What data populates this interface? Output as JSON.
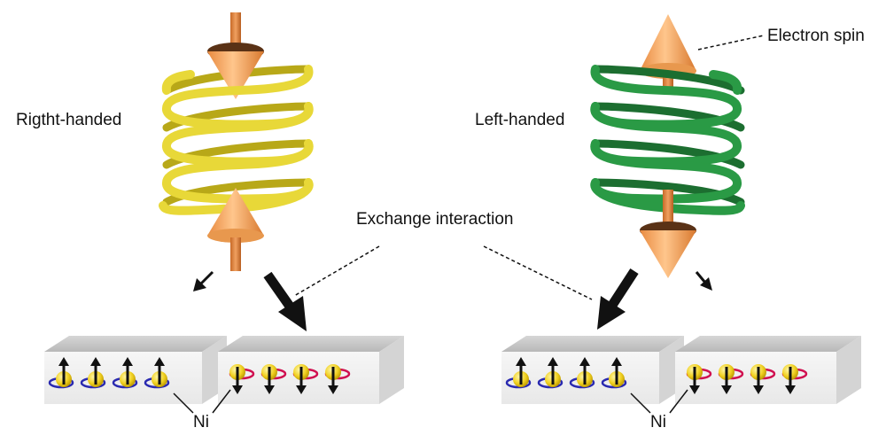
{
  "labels": {
    "right_handed": "Rigtht-handed",
    "left_handed": "Left-handed",
    "electron_spin": "Electron spin",
    "exchange_interaction": "Exchange interaction",
    "ni_left": "Ni",
    "ni_right": "Ni"
  },
  "colors": {
    "helix_right": "#e8d838",
    "helix_left": "#2a9a45",
    "spin_cone": "#f2a35c",
    "spin_cone_dark": "#6a3a1a",
    "block_face": "#f0f0f0",
    "block_top": "#c8c8c8",
    "atom": "#f0d020",
    "orbit_blue": "#2a2ab0",
    "orbit_red": "#d01050"
  },
  "icons": [
    "helix-right-icon",
    "helix-left-icon",
    "spin-cone-icon",
    "spin-up-atom-icon",
    "spin-down-atom-icon",
    "arrow-icon"
  ],
  "panels": [
    {
      "name": "left-panel",
      "helix": "right-handed",
      "strong_block": "spin-down",
      "weak_block": "spin-up"
    },
    {
      "name": "right-panel",
      "helix": "left-handed",
      "strong_block": "spin-up",
      "weak_block": "spin-down"
    }
  ]
}
